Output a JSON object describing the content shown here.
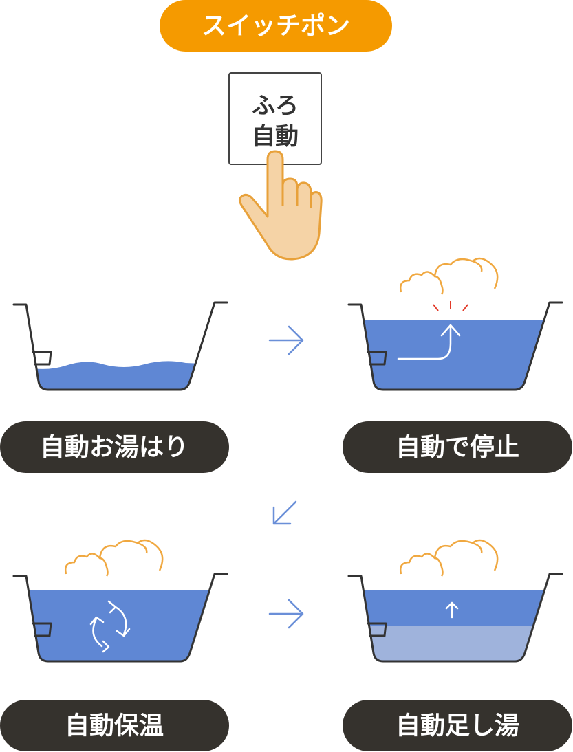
{
  "header": {
    "title": "スイッチポン"
  },
  "button": {
    "line1": "ふろ",
    "line2": "自動"
  },
  "steps": [
    {
      "label": "自動お湯はり"
    },
    {
      "label": "自動で停止"
    },
    {
      "label": "自動保温"
    },
    {
      "label": "自動足し湯"
    }
  ],
  "colors": {
    "accent": "#f59a00",
    "label_bg": "#35322d",
    "water": "#5f87d4",
    "water_light": "#9fb3dc",
    "cloud": "#f0a840"
  }
}
